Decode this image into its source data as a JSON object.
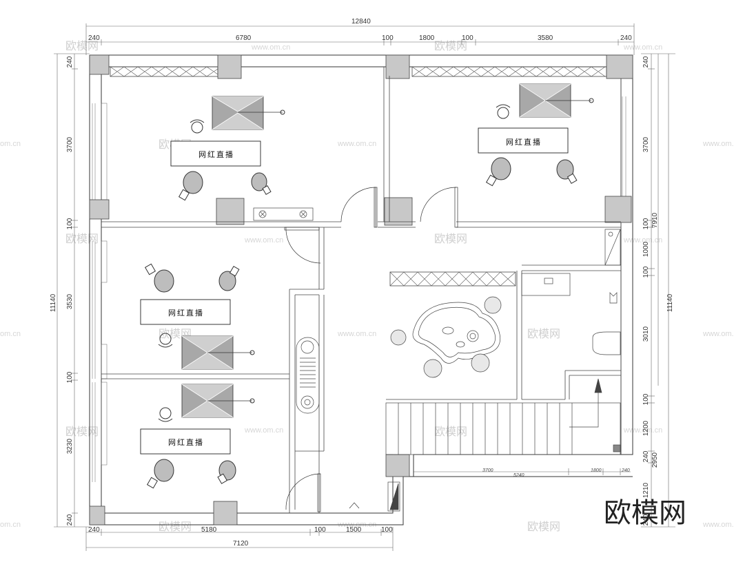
{
  "dimensions": {
    "top_total": "12840",
    "top_segments": [
      "240",
      "6780",
      "100",
      "1800",
      "100",
      "3580",
      "240"
    ],
    "bottom_segments": [
      "240",
      "5180",
      "100",
      "1500",
      "100"
    ],
    "bottom_total": "7120",
    "left_total": "11140",
    "left_segments": [
      "240",
      "3700",
      "100",
      "3530",
      "100",
      "3230",
      "240"
    ],
    "right_total": "11140",
    "right_segments": [
      "240",
      "3700",
      "100",
      "1000",
      "100",
      "3010",
      "100",
      "1200",
      "240",
      "1210",
      "240"
    ],
    "right_sub_total": "7910",
    "right_sub_total2": "2950",
    "stair_dims": [
      "3700",
      "5240",
      "1800",
      "240"
    ]
  },
  "rooms": {
    "room1_label": "网红直播",
    "room2_label": "网红直播",
    "room3_label": "网红直播",
    "room4_label": "网红直播"
  },
  "watermark": {
    "brand_text": "欧模网",
    "site_text": "www.om.cn",
    "site_short": "om.cn"
  },
  "logo": {
    "text": "欧模网"
  }
}
